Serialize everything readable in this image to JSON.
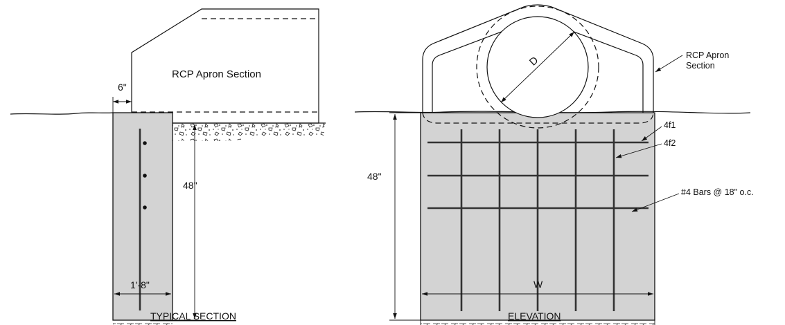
{
  "section": {
    "title": "TYPICAL SECTION",
    "apron_label": "RCP Apron Section",
    "dim_offset": "6\"",
    "dim_depth": "48\"",
    "dim_width": "1'-8\""
  },
  "elevation": {
    "title": "ELEVATION",
    "diameter_label": "D",
    "apron_label_line1": "RCP Apron",
    "apron_label_line2": "Section",
    "callout_4f1": "4f1",
    "callout_4f2": "4f2",
    "callout_bars": "#4 Bars @ 18\" o.c.",
    "dim_depth": "48\"",
    "dim_width": "W"
  }
}
